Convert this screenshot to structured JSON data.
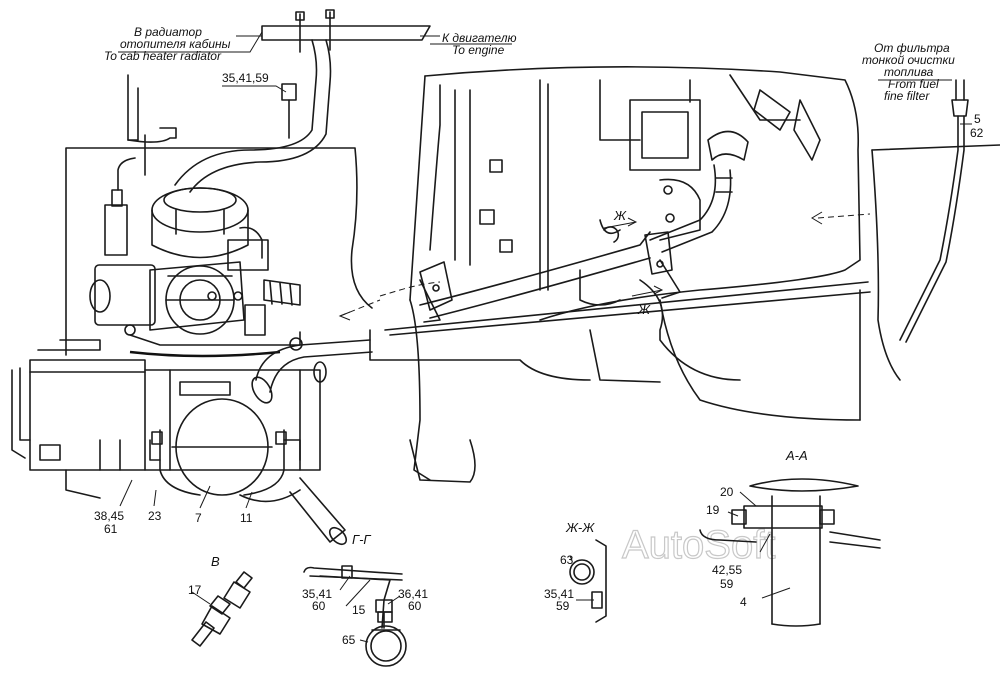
{
  "annotations": {
    "heater_radiator_ru_1": "В радиатор",
    "heater_radiator_ru_2": "отопителя кабины",
    "heater_radiator_en": "To cab heater radiator",
    "engine_ru": "К двигателю",
    "engine_en": "To engine",
    "fuel_filter_ru_1": "От фильтра",
    "fuel_filter_ru_2": "тонкой очистки",
    "fuel_filter_ru_3": "топлива",
    "fuel_filter_en_1": "From fuel",
    "fuel_filter_en_2": "fine filter"
  },
  "callouts": {
    "c_35_41_59_top": "35,41,59",
    "c_5": "5",
    "c_62": "62",
    "c_38_45": "38,45",
    "c_61": "61",
    "c_23": "23",
    "c_7": "7",
    "c_11": "11",
    "c_17": "17",
    "c_35_41_gg": "35,41",
    "c_60_gg_left": "60",
    "c_15": "15",
    "c_36_41": "36,41",
    "c_60_gg_right": "60",
    "c_65": "65",
    "c_63": "63",
    "c_35_41_zz": "35,41",
    "c_59_zz": "59",
    "c_20": "20",
    "c_19": "19",
    "c_42_55": "42,55",
    "c_59_aa": "59",
    "c_4": "4"
  },
  "section_marks": {
    "view_b": "В",
    "section_g": "Г-Г",
    "section_zh": "Ж-Ж",
    "section_a": "А-А",
    "cut_zh_upper": "Ж",
    "cut_zh_lower": "Ж"
  },
  "watermark": "AutoSoft"
}
